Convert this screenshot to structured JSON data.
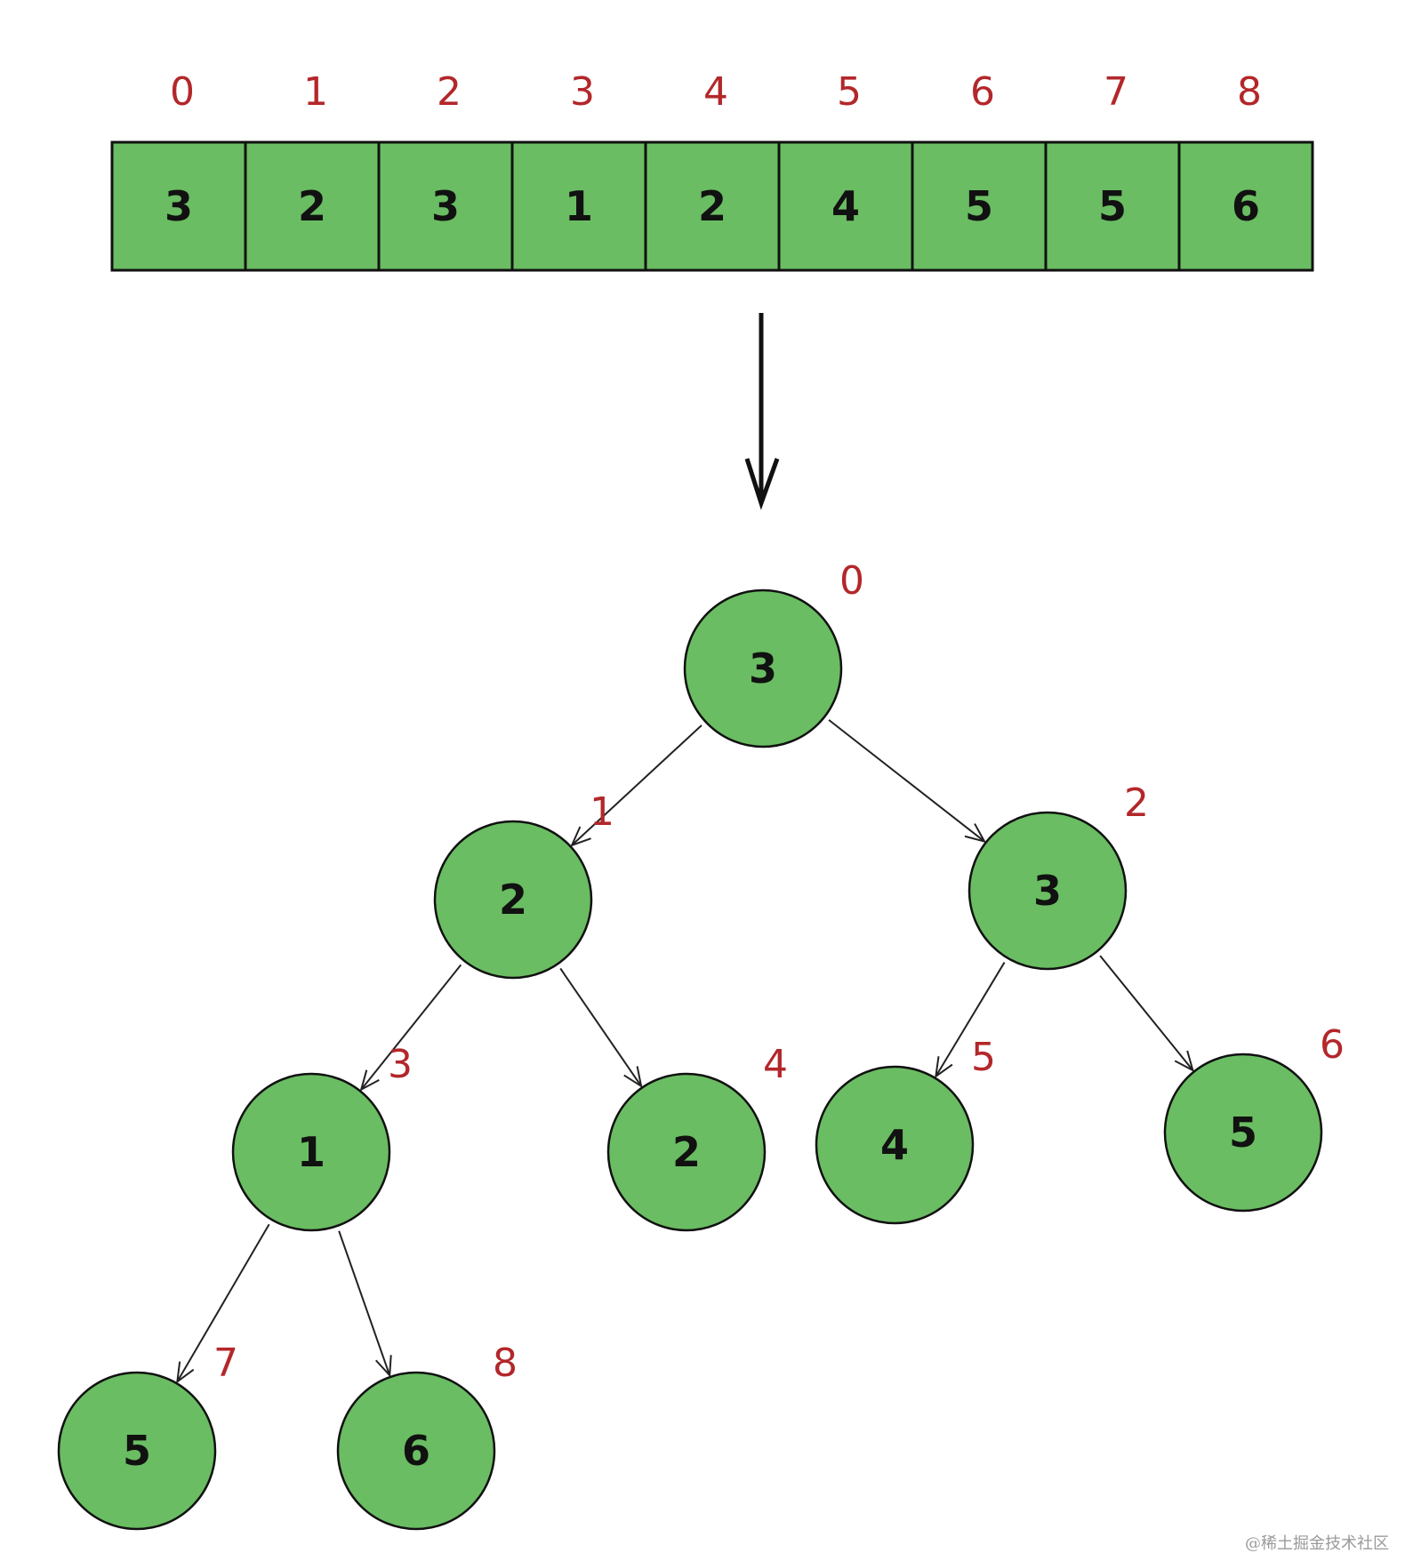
{
  "array": {
    "indices": [
      "0",
      "1",
      "2",
      "3",
      "4",
      "5",
      "6",
      "7",
      "8"
    ],
    "values": [
      "3",
      "2",
      "3",
      "1",
      "2",
      "4",
      "5",
      "5",
      "6"
    ]
  },
  "tree": {
    "nodes": [
      {
        "index": "0",
        "value": "3"
      },
      {
        "index": "1",
        "value": "2"
      },
      {
        "index": "2",
        "value": "3"
      },
      {
        "index": "3",
        "value": "1"
      },
      {
        "index": "4",
        "value": "2"
      },
      {
        "index": "5",
        "value": "4"
      },
      {
        "index": "6",
        "value": "5"
      },
      {
        "index": "7",
        "value": "5"
      },
      {
        "index": "8",
        "value": "6"
      }
    ],
    "edges": [
      [
        0,
        1
      ],
      [
        0,
        2
      ],
      [
        1,
        3
      ],
      [
        1,
        4
      ],
      [
        2,
        5
      ],
      [
        2,
        6
      ],
      [
        3,
        7
      ],
      [
        3,
        8
      ]
    ]
  },
  "colors": {
    "fill": "#6abd62",
    "stroke": "#111111",
    "index_label": "#b3272a"
  },
  "watermark": "@稀土掘金技术社区"
}
